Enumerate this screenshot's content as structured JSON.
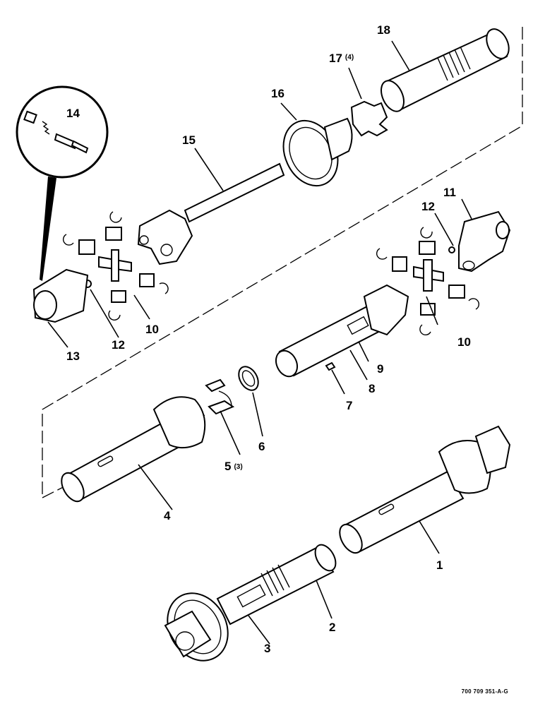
{
  "callouts": {
    "c1": "1",
    "c2": "2",
    "c3": "3",
    "c4": "4",
    "c5": "5",
    "c5_qty": "(3)",
    "c6": "6",
    "c7": "7",
    "c8": "8",
    "c9": "9",
    "c10a": "10",
    "c10b": "10",
    "c11": "11",
    "c12a": "12",
    "c12b": "12",
    "c13": "13",
    "c14": "14",
    "c15": "15",
    "c16": "16",
    "c17": "17",
    "c17_qty": "(4)",
    "c18": "18"
  },
  "reference_code": "700 709 351-A-G"
}
